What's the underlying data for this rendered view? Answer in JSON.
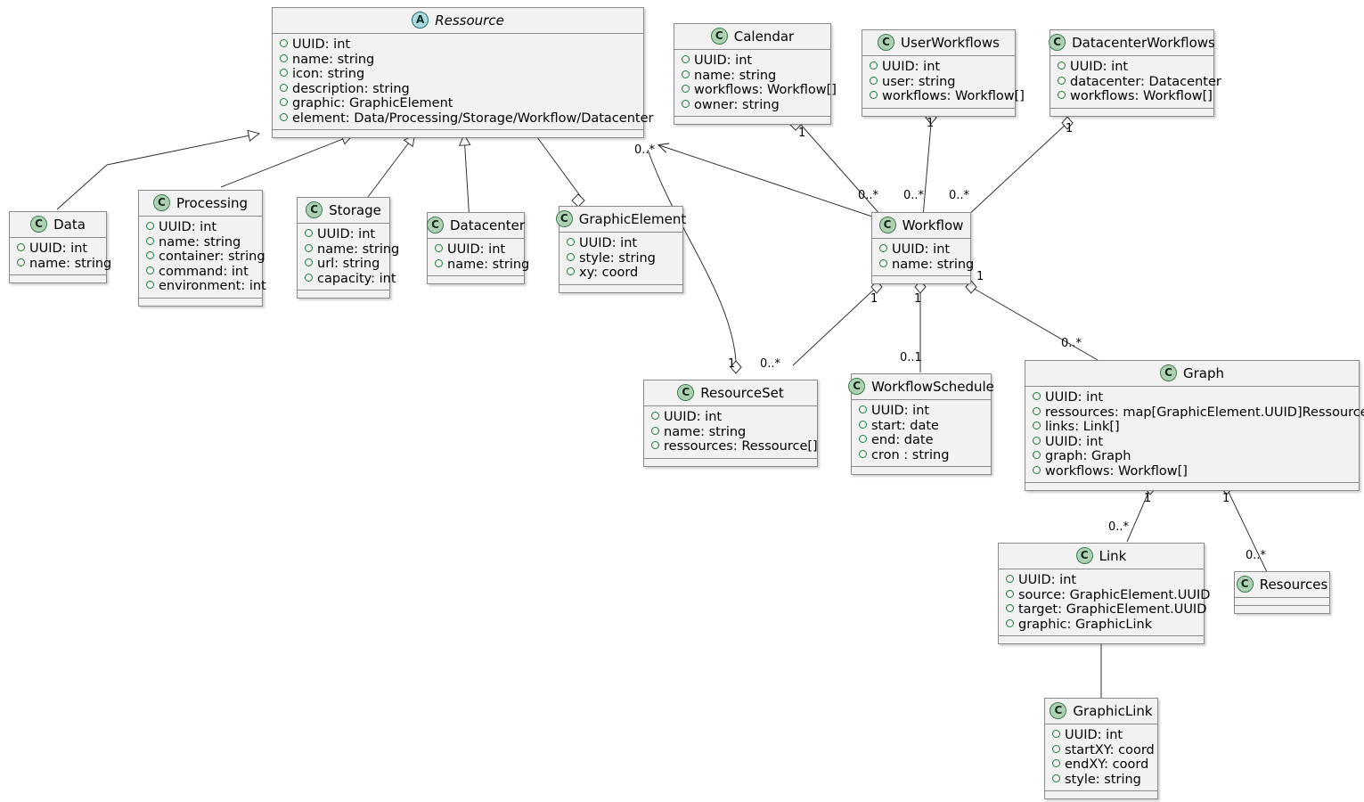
{
  "diagram": {
    "type": "uml-class-diagram",
    "classes": [
      {
        "id": "ressource",
        "name": "Ressource",
        "stereotype": "A",
        "abstract": true,
        "attributes": [
          "UUID: int",
          "name: string",
          "icon: string",
          "description: string",
          "graphic: GraphicElement",
          "element: Data/Processing/Storage/Workflow/Datacenter"
        ]
      },
      {
        "id": "calendar",
        "name": "Calendar",
        "stereotype": "C",
        "abstract": false,
        "attributes": [
          "UUID: int",
          "name: string",
          "workflows: Workflow[]",
          "owner: string"
        ]
      },
      {
        "id": "userworkflows",
        "name": "UserWorkflows",
        "stereotype": "C",
        "abstract": false,
        "attributes": [
          "UUID: int",
          "user: string",
          "workflows: Workflow[]"
        ]
      },
      {
        "id": "datacenterworkflows",
        "name": "DatacenterWorkflows",
        "stereotype": "C",
        "abstract": false,
        "attributes": [
          "UUID: int",
          "datacenter: Datacenter",
          "workflows: Workflow[]"
        ]
      },
      {
        "id": "data",
        "name": "Data",
        "stereotype": "C",
        "abstract": false,
        "attributes": [
          "UUID: int",
          "name: string"
        ]
      },
      {
        "id": "processing",
        "name": "Processing",
        "stereotype": "C",
        "abstract": false,
        "attributes": [
          "UUID: int",
          "name: string",
          "container: string",
          "command: int",
          "environment: int"
        ]
      },
      {
        "id": "storage",
        "name": "Storage",
        "stereotype": "C",
        "abstract": false,
        "attributes": [
          "UUID: int",
          "name: string",
          "url: string",
          "capacity: int"
        ]
      },
      {
        "id": "datacenter",
        "name": "Datacenter",
        "stereotype": "C",
        "abstract": false,
        "attributes": [
          "UUID: int",
          "name: string"
        ]
      },
      {
        "id": "graphicelement",
        "name": "GraphicElement",
        "stereotype": "C",
        "abstract": false,
        "attributes": [
          "UUID: int",
          "style: string",
          "xy: coord"
        ]
      },
      {
        "id": "workflow",
        "name": "Workflow",
        "stereotype": "C",
        "abstract": false,
        "attributes": [
          "UUID: int",
          "name: string"
        ]
      },
      {
        "id": "resourceset",
        "name": "ResourceSet",
        "stereotype": "C",
        "abstract": false,
        "attributes": [
          "UUID: int",
          "name: string",
          "ressources: Ressource[]"
        ]
      },
      {
        "id": "workflowschedule",
        "name": "WorkflowSchedule",
        "stereotype": "C",
        "abstract": false,
        "attributes": [
          "UUID: int",
          "start: date",
          "end: date",
          "cron : string"
        ]
      },
      {
        "id": "graph",
        "name": "Graph",
        "stereotype": "C",
        "abstract": false,
        "attributes": [
          "UUID: int",
          "ressources: map[GraphicElement.UUID]Ressource",
          "links: Link[]",
          "UUID: int",
          "graph: Graph",
          "workflows: Workflow[]"
        ]
      },
      {
        "id": "link",
        "name": "Link",
        "stereotype": "C",
        "abstract": false,
        "attributes": [
          "UUID: int",
          "source: GraphicElement.UUID",
          "target: GraphicElement.UUID",
          "graphic: GraphicLink"
        ]
      },
      {
        "id": "resources",
        "name": "Resources",
        "stereotype": "C",
        "abstract": false,
        "attributes": []
      },
      {
        "id": "graphiclink",
        "name": "GraphicLink",
        "stereotype": "C",
        "abstract": false,
        "attributes": [
          "UUID: int",
          "startXY: coord",
          "endXY: coord",
          "style: string"
        ]
      }
    ],
    "multiplicities": [
      {
        "id": "m-ressource-br",
        "label": "0..*"
      },
      {
        "id": "m-calendar-1",
        "label": "1"
      },
      {
        "id": "m-userworkflows-1",
        "label": "1"
      },
      {
        "id": "m-datacenterworkflows-1",
        "label": "1"
      },
      {
        "id": "m-wf-in-left",
        "label": "0..*"
      },
      {
        "id": "m-wf-in-mid",
        "label": "0..*"
      },
      {
        "id": "m-wf-in-right",
        "label": "0..*"
      },
      {
        "id": "m-wf-out-left-1",
        "label": "1"
      },
      {
        "id": "m-wf-out-mid-1",
        "label": "1"
      },
      {
        "id": "m-wf-out-right-1",
        "label": "1"
      },
      {
        "id": "m-resourceset-1",
        "label": "1"
      },
      {
        "id": "m-resourceset-star",
        "label": "0..*"
      },
      {
        "id": "m-schedule-01",
        "label": "0..1"
      },
      {
        "id": "m-graph-star",
        "label": "0..*"
      },
      {
        "id": "m-graph-link-1",
        "label": "1"
      },
      {
        "id": "m-graph-link-star",
        "label": "0..*"
      },
      {
        "id": "m-graph-res-1",
        "label": "1"
      },
      {
        "id": "m-graph-res-star",
        "label": "0..*"
      }
    ],
    "colors": {
      "class_fill": "#f2f2f2",
      "class_border": "#8a8a8a",
      "class_badge": "#add1b2",
      "abstract_badge": "#a9dcdf",
      "visibility_marker": "#1f7a3f",
      "edge": "#333333",
      "background": "#ffffff"
    }
  }
}
